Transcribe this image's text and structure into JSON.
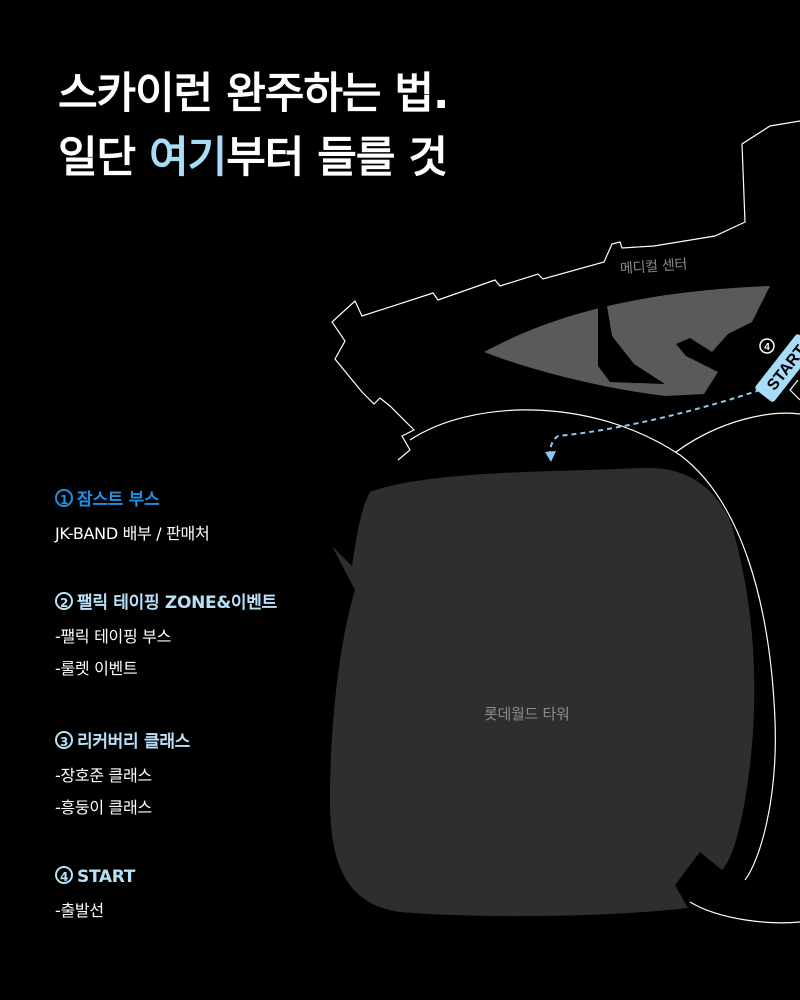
{
  "headline": {
    "line1": "스카이런 완주하는 법.",
    "line2_before": "일단 ",
    "line2_accent": "여기",
    "line2_after": "부터 들를 것"
  },
  "map": {
    "medical_center": "메디컬 센터",
    "tower": "롯데월드 타워",
    "start_number": "4",
    "start_label": "START"
  },
  "legend": [
    {
      "number": "1",
      "title": "잠스트 부스",
      "lines": [
        "JK-BAND 배부 / 판매처"
      ]
    },
    {
      "number": "2",
      "title": "팰릭 테이핑 ZONE&이벤트",
      "lines": [
        "-팰릭 테이핑 부스",
        "-룰렛 이벤트"
      ]
    },
    {
      "number": "3",
      "title": "리커버리 클래스",
      "lines": [
        "-장호준 클래스",
        "-흥둥이 클래스"
      ]
    },
    {
      "number": "4",
      "title": "START",
      "lines": [
        "-출발선"
      ]
    }
  ],
  "colors": {
    "accent_light_blue": "#a8dcf7",
    "accent_blue": "#1f8fe5",
    "tower_gray": "#2e2e2e",
    "medical_gray": "#5a5a5a"
  }
}
